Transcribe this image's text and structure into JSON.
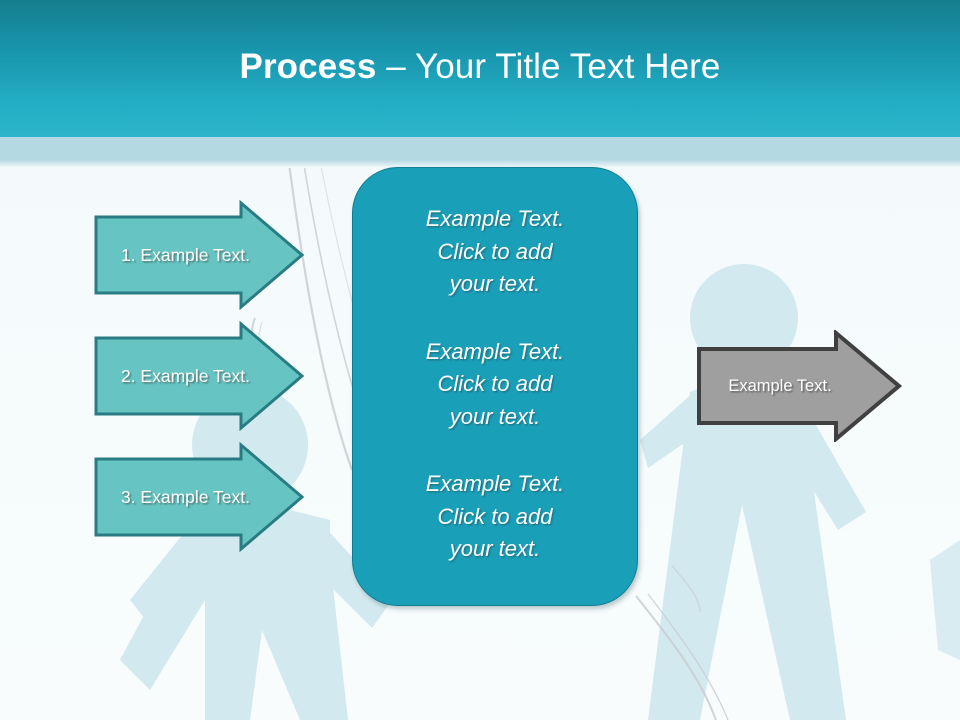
{
  "slide": {
    "title_strong": "Process",
    "title_rest": " – Your Title Text Here",
    "title_full": "Process – Your Title Text Here"
  },
  "theme": {
    "header_gradient_top": "#157e8e",
    "header_gradient_bottom": "#2bb4ca",
    "header_accent_band": "#b5d9e3",
    "background": "#f6fbfc",
    "step_arrow_fill": "#66c5c2",
    "step_arrow_stroke": "#2a7c84",
    "center_panel_fill": "#1a9fb8",
    "center_panel_stroke": "#117d93",
    "result_arrow_fill": "#9f9f9f",
    "result_arrow_stroke": "#404040",
    "watermark_figure": "#d4eaf0",
    "text_on_shape": "#ffffff"
  },
  "steps": [
    {
      "number": "1.",
      "label": "1. Example Text."
    },
    {
      "number": "2.",
      "label": "2. Example Text."
    },
    {
      "number": "3.",
      "label": "3. Example Text."
    }
  ],
  "center_panel": {
    "blocks": [
      "Example Text.\nClick  to add\nyour text.",
      "Example Text.\nClick  to add\nyour text.",
      "Example Text.\nClick  to add\nyour text."
    ]
  },
  "result": {
    "label": "Example Text."
  }
}
